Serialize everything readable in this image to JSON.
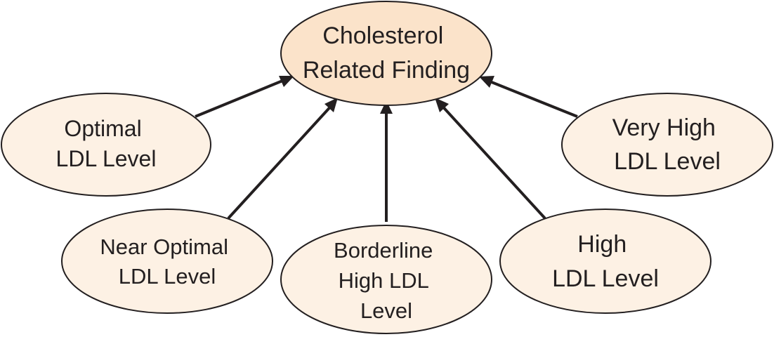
{
  "colors": {
    "node_fill_center": "#fbe3ca",
    "node_fill_leaf": "#fdf1e4",
    "stroke": "#231f20",
    "text": "#231f20"
  },
  "nodes": {
    "center": {
      "lines": [
        "Cholesterol",
        "Related Finding"
      ]
    },
    "optimal": {
      "lines": [
        "Optimal",
        "LDL Level"
      ]
    },
    "near_optimal": {
      "lines": [
        "Near Optimal",
        "LDL Level"
      ]
    },
    "borderline_high": {
      "lines": [
        "Borderline",
        "High LDL",
        "Level"
      ]
    },
    "high": {
      "lines": [
        "High",
        "LDL Level"
      ]
    },
    "very_high": {
      "lines": [
        "Very High",
        "LDL Level"
      ]
    }
  },
  "edges": [
    {
      "from": "optimal",
      "to": "center"
    },
    {
      "from": "near_optimal",
      "to": "center"
    },
    {
      "from": "borderline_high",
      "to": "center"
    },
    {
      "from": "high",
      "to": "center"
    },
    {
      "from": "very_high",
      "to": "center"
    }
  ]
}
